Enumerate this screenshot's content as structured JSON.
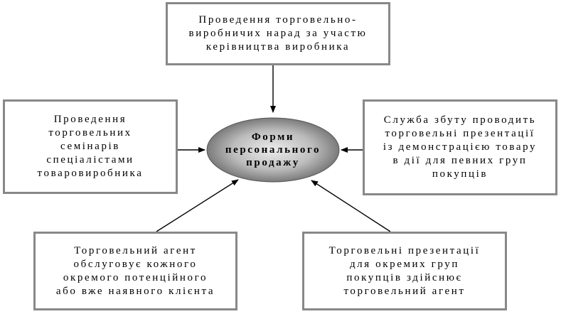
{
  "center": {
    "lines": [
      "Форми",
      "персонального",
      "продажу"
    ]
  },
  "top_box": {
    "lines": [
      "Проведення торговельно-",
      "виробничих нарад за участю",
      "керівництва виробника"
    ]
  },
  "left_box": {
    "lines": [
      "Проведення",
      "торговельних",
      "семінарів",
      "спеціалістами",
      "товаровиробника"
    ]
  },
  "right_box": {
    "lines": [
      "Служба збуту проводить",
      "торговельні презентації",
      "із демонстрацією товару",
      "в дії для певних груп",
      "покупців"
    ]
  },
  "bottom_left_box": {
    "lines": [
      "Торговельний агент",
      "обслуговує кожного",
      "окремого потенційного",
      "або вже наявного клієнта"
    ]
  },
  "bottom_right_box": {
    "lines": [
      "Торговельні презентації",
      "для окремих груп",
      "покупців здійснює",
      "торговельний агент"
    ]
  },
  "colors": {
    "box_border": "#888888",
    "ellipse_fill_center": "#e6e6e6",
    "ellipse_fill_edge": "#6e6e6e",
    "arrow": "#000000"
  }
}
